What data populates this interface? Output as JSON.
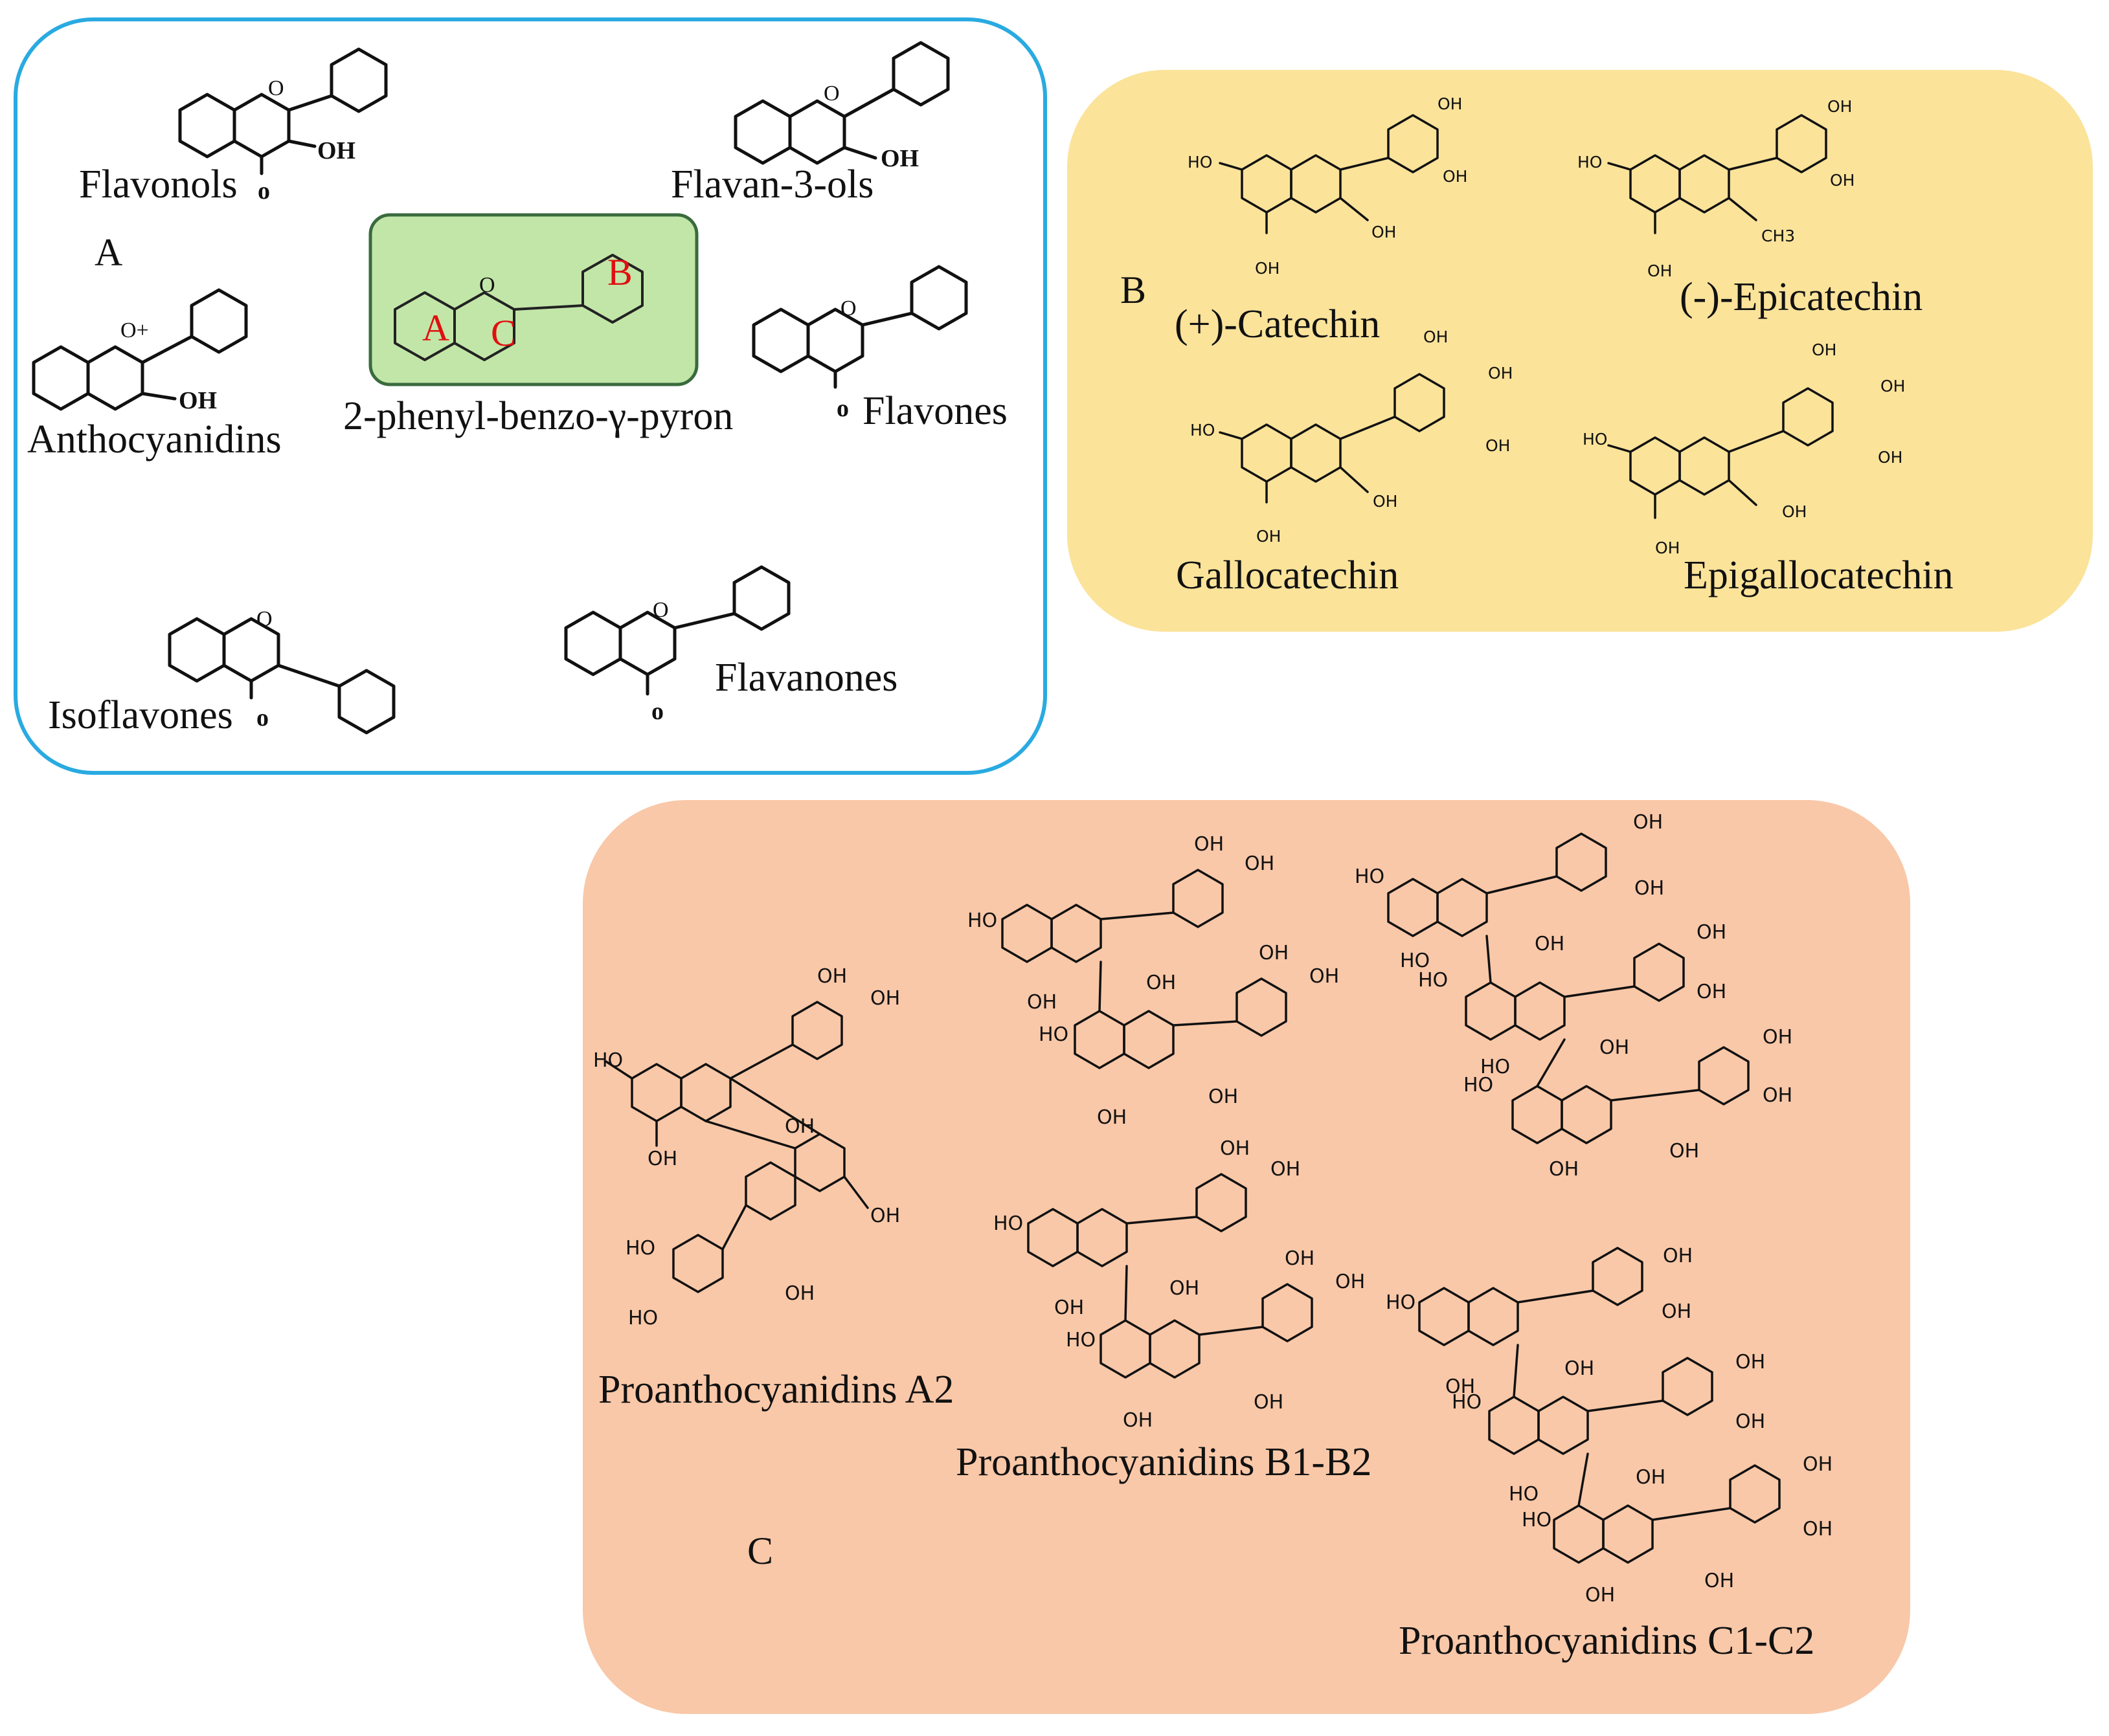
{
  "panels": {
    "a": {
      "letter": "A",
      "border_color": "#29aae1",
      "core": {
        "label": "2-phenyl-benzo-γ-pyron",
        "ring_letters": [
          "A",
          "C",
          "B"
        ],
        "fill": "#c2e6a8",
        "border": "#3a6b3e"
      },
      "compounds": [
        "Flavonols",
        "Flavan-3-ols",
        "Anthocyanidins",
        "Flavones",
        "Isoflavones",
        "Flavanones"
      ]
    },
    "b": {
      "letter": "B",
      "fill": "#fbe39a",
      "compounds": [
        "(+)-Catechin",
        "(-)-Epicatechin",
        "Gallocatechin",
        "Epigallocatechin"
      ]
    },
    "c": {
      "letter": "C",
      "fill": "#f9c8a8",
      "compounds": [
        "Proanthocyanidins  A2",
        "Proanthocyanidins  B1-B2",
        "Proanthocyanidins  C1-C2"
      ]
    }
  },
  "atoms": {
    "o": "O",
    "o_lower": "o",
    "o_plus": "O+",
    "oh": "OH",
    "ho": "HO",
    "ch3": "CH3"
  }
}
